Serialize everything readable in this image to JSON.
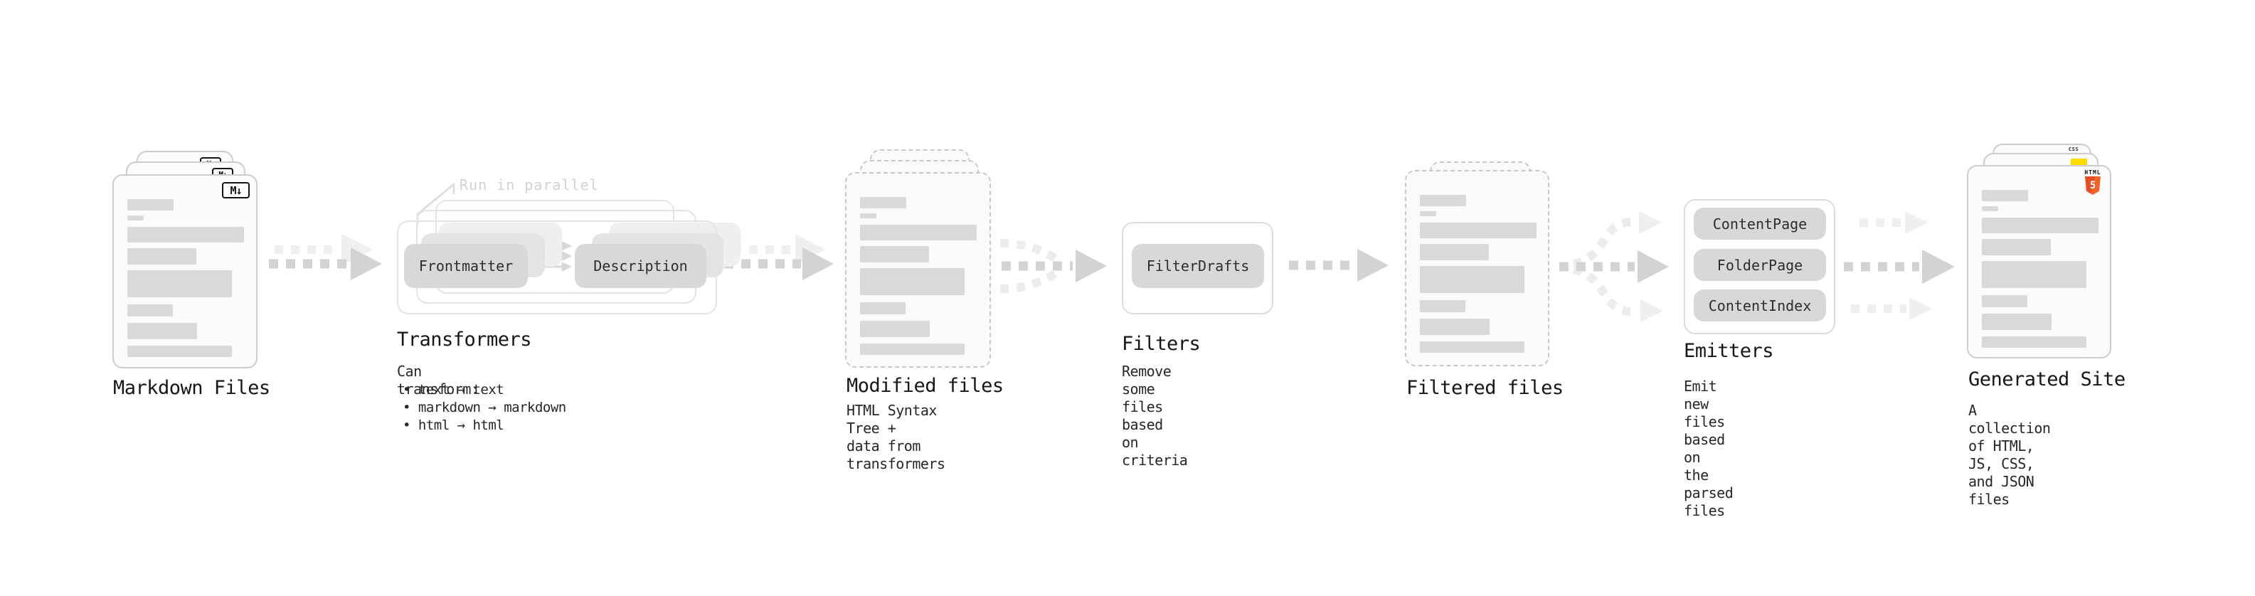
{
  "stages": {
    "markdown_files": {
      "label": "Markdown Files",
      "file_badge": "M↓"
    },
    "transformers": {
      "label": "Transformers",
      "annotation": "Run in parallel",
      "pill_left": "Frontmatter",
      "pill_right": "Description",
      "subtitle": "Can transform:",
      "bullets": [
        "• text → text",
        "• markdown → markdown",
        "• html → html"
      ]
    },
    "modified_files": {
      "label": "Modified files",
      "subtitle": "HTML Syntax Tree +\ndata from transformers"
    },
    "filters": {
      "label": "Filters",
      "pill": "FilterDrafts",
      "subtitle": "Remove some files based\non criteria"
    },
    "filtered_files": {
      "label": "Filtered files"
    },
    "emitters": {
      "label": "Emitters",
      "pills": [
        "ContentPage",
        "FolderPage",
        "ContentIndex"
      ],
      "subtitle": "Emit new files based on\nthe parsed files"
    },
    "generated_site": {
      "label": "Generated Site",
      "subtitle": "A collection of HTML,\nJS, CSS, and JSON files",
      "badges": {
        "html_label": "HTML",
        "html_number": "5",
        "css_label": "CSS"
      }
    }
  },
  "colors": {
    "html5_orange": "#e44d26",
    "js_yellow": "#ffdc00",
    "css_blue": "#2c6fe4",
    "arrow_dark": "#d3d3d3",
    "arrow_light": "#efefef",
    "doc_bar_gray": "#d9d9d9"
  }
}
